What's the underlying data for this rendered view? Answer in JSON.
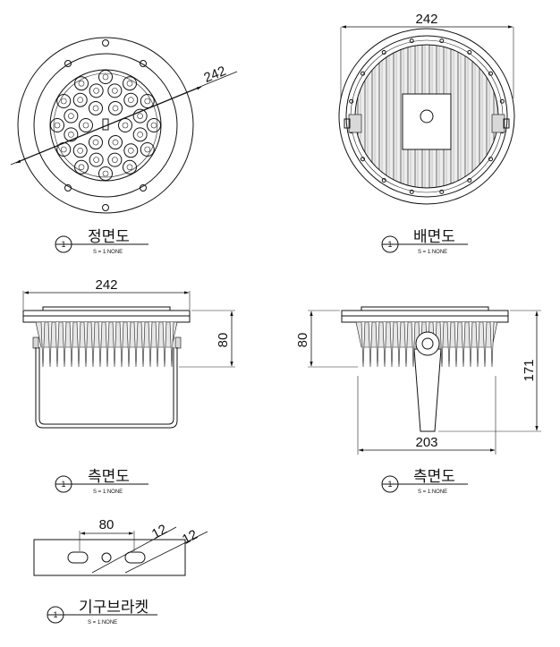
{
  "views": {
    "front": {
      "title": "정면도",
      "number": "1",
      "scale": "S = 1:NONE",
      "dimension": "242"
    },
    "back": {
      "title": "배면도",
      "number": "1",
      "scale": "S = 1:NONE",
      "dimension": "242"
    },
    "side_left": {
      "title": "측면도",
      "number": "1",
      "scale": "S = 1:NONE",
      "width": "242",
      "height": "80"
    },
    "side_right": {
      "title": "측면도",
      "number": "1",
      "scale": "S = 1:NONE",
      "height_upper": "80",
      "height_total": "171",
      "width": "203"
    },
    "bracket": {
      "title": "기구브라켓",
      "number": "1",
      "scale": "S = 1:NONE",
      "spacing": "80",
      "hole1": "12",
      "hole2": "12"
    }
  }
}
